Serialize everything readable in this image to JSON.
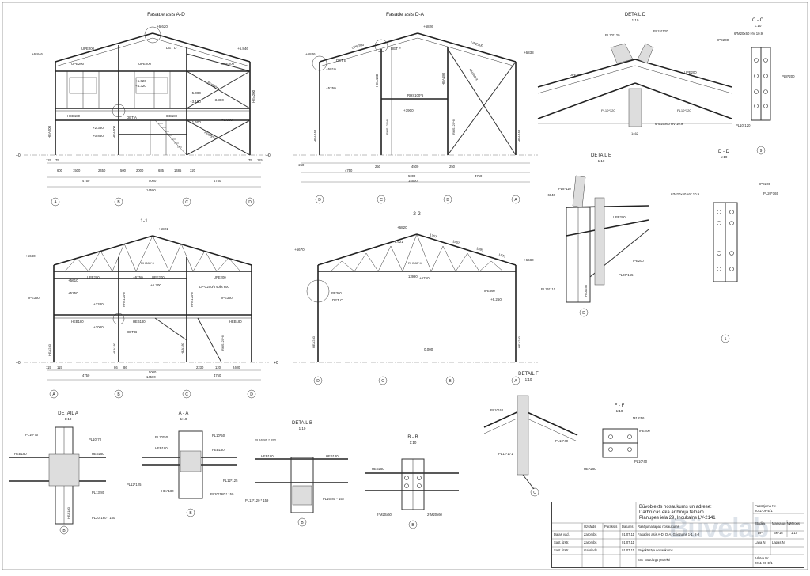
{
  "titles": {
    "facade_ad": "Fasade asis A-D",
    "facade_da": "Fasade asis D-A",
    "section_11": "1-1",
    "section_22": "2-2",
    "detail_d": "DETAIL D",
    "detail_d_scale": "1:10",
    "detail_e": "DETAIL E",
    "detail_e_scale": "1:10",
    "detail_f": "DETAIL F",
    "detail_f_scale": "1:10",
    "detail_a": "DETAIL A",
    "detail_a_scale": "1:10",
    "detail_b": "DETAIL B",
    "detail_b_scale": "1:10",
    "section_cc": "C - C",
    "section_cc_scale": "1:10",
    "section_dd": "D - D",
    "section_dd_scale": "1:10",
    "section_aa": "A - A",
    "section_aa_scale": "1:10",
    "section_bb": "B - B",
    "section_bb_scale": "1:10",
    "section_ff": "F - F",
    "section_ff_scale": "1:10"
  },
  "axes": {
    "ad": [
      "A",
      "B",
      "C",
      "D"
    ],
    "da": [
      "D",
      "C",
      "B",
      "A"
    ]
  },
  "levels": {
    "zero": "+0",
    "f1_ridge": "+6.620",
    "f1_eave_l": "+6.846",
    "f1_eave_r": "+6.846",
    "f1_a": "+5.620",
    "f1_b": "+4.320",
    "f1_c": "+5.000",
    "f1_d": "+3.180",
    "f1_e": "+3.380",
    "f1_f": "+3.000",
    "f1_g": "+1.600",
    "f1_h": "+2.380",
    "f1_i": "+0.850",
    "f2_ridge": "+6826",
    "f2_eave_l": "+6846",
    "f2_eave_r": "+6838",
    "f2_a": "+5810",
    "f2_b": "+5250",
    "f2_c": "+3900",
    "s1_ridge": "+6821",
    "s1_eave": "+6680",
    "s1_a": "+5610",
    "s1_b": "+6750",
    "s1_c": "+6.200",
    "s1_d": "+5250",
    "s1_e": "+3380",
    "s1_f": "+3000",
    "s2_ridge": "+6820",
    "s2_eave_l": "+6670",
    "s2_eave_r": "+6680",
    "s2_a": "+6.621",
    "s2_b": "+6750",
    "s2_c": "+6.250",
    "s2_d": "0.000"
  },
  "dims": {
    "f1_row1": [
      "115",
      "75",
      "600",
      "1500",
      "2450",
      "500",
      "2000",
      "685",
      "1485",
      "320",
      "75",
      "115"
    ],
    "f1_row2": [
      "4750",
      "5000",
      "4750"
    ],
    "f1_total": "14500",
    "f2_row1": [
      "-250",
      "250",
      "4500",
      "250"
    ],
    "f2_row2": [
      "4750",
      "5000",
      "4750"
    ],
    "f2_total": "14500",
    "s1_row1": [
      "115",
      "115",
      "86",
      "86",
      "2230",
      "120",
      "2400"
    ],
    "s1_row2": [
      "4750",
      "5000",
      "4750"
    ],
    "s1_total": "14500",
    "s2_span": "13990",
    "s2_panels": [
      "1767",
      "1862",
      "1890",
      "1870"
    ]
  },
  "profiles": {
    "upe200": "UPE200",
    "hea200": "HEA200",
    "heb180": "HEB180",
    "hea180": "HEA180",
    "hea240": "HEA240",
    "ipe200": "IPE200",
    "ipe360": "IPE360",
    "rhs100": "RHS100*6",
    "rhs120": "RHS120*6",
    "rhs80": "RHS80*4",
    "lp": "LP-C200/5 solis 600",
    "pl120": "PL10*120",
    "pl15_120": "PL15*120",
    "pl8": "PL8*110",
    "pl8_200": "PL8*200",
    "pl20": "PL20*165",
    "pl15_110": "PL15*110",
    "bolts_d": "6*M20x60 HV 10.9",
    "bolts_c": "6*M20x60 HV 10.9",
    "bolts_f": "M16*56",
    "pl10_40": "PL10*40",
    "pl12": "PL12*171",
    "pl10_70": "PL10*70",
    "pl13": "PL13*80",
    "pl20_160": "PL20*160 * 150",
    "pl12_125": "PL12*125",
    "pl10_50": "PL10*50",
    "pl16": "PL16*80 * 152",
    "pl12_159": "PL12*120 * 159",
    "bolts_b": "2*M20x60",
    "det_a": "DET A",
    "det_b": "DET B",
    "det_c": "DET C",
    "det_d": "DET D",
    "det_e": "DET E",
    "det_f": "DET F"
  },
  "title_block": {
    "address": [
      "Būvobjekts nosaukums un adrese:",
      "Darbnīcas ēka ar biroja telpām",
      "Planupes iela 29, Incukalns LV-2141"
    ],
    "col_headers": [
      "Uzvārds",
      "Paraksts",
      "Datums"
    ],
    "rows": [
      {
        "role": "Daļas vad.",
        "name": "Zarombs",
        "date": "01.07.11"
      },
      {
        "role": "Sast. izstr.",
        "name": "Zarombs",
        "date": "01.07.11"
      },
      {
        "role": "Sast. izstr.",
        "name": "Gabrieds",
        "date": "01.07.11"
      }
    ],
    "sheet_name_label": "Rasējuma lapas nosaukums",
    "sheet_name": "Fasades asis A-D, D-A, Griezums 1-1, 2-2",
    "project_label": "Projektētāja nosaukums",
    "project": "SIA \"Buvdizgs projekti\"",
    "stage_label": "Stadija",
    "stage": "DP",
    "mark_label": "Marka un Nr",
    "mark": "BK-16",
    "scale_label": "Mērogs",
    "scale": "1:10",
    "order_label": "Pasūtījuma Nr.",
    "order": "2011-06-E/1",
    "sheet_label": "Lapa N",
    "sheets_label": "Lapas N",
    "archive_label": "Arhīva Nr.",
    "archive": "2011-06-E/1",
    "watermark": "Büvelab"
  }
}
